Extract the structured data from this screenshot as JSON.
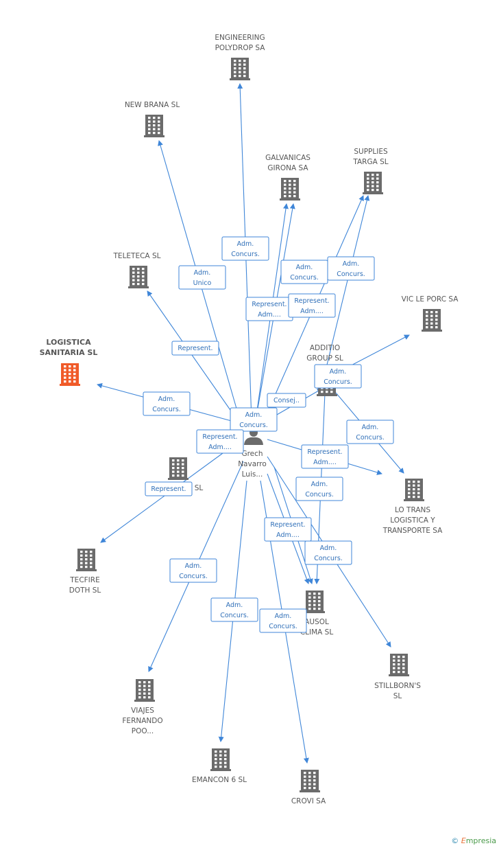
{
  "person": {
    "lines": [
      "Grech",
      "Navarro",
      "Luis..."
    ]
  },
  "companies": [
    {
      "id": "engineering",
      "lines": [
        "ENGINEERING",
        "POLYDROP SA"
      ],
      "focus": false
    },
    {
      "id": "newbrana",
      "lines": [
        "NEW BRANA SL"
      ],
      "focus": false
    },
    {
      "id": "galvanicas",
      "lines": [
        "GALVANICAS",
        "GIRONA SA"
      ],
      "focus": false
    },
    {
      "id": "supplies",
      "lines": [
        "SUPPLIES",
        "TARGA SL"
      ],
      "focus": false
    },
    {
      "id": "teleteca",
      "lines": [
        "TELETECA SL"
      ],
      "focus": false
    },
    {
      "id": "vicle",
      "lines": [
        "VIC LE PORC SA"
      ],
      "focus": false
    },
    {
      "id": "logistica",
      "lines": [
        "LOGISTICA",
        "SANITARIA SL"
      ],
      "focus": true
    },
    {
      "id": "additio",
      "lines": [
        "ADDITIO",
        "GROUP SL"
      ],
      "focus": false
    },
    {
      "id": "sl",
      "lines": [
        "SL"
      ],
      "focus": false
    },
    {
      "id": "lotrans",
      "lines": [
        "LO TRANS",
        "LOGISTICA Y",
        "TRANSPORTE SA"
      ],
      "focus": false
    },
    {
      "id": "tecfire",
      "lines": [
        "TECFIRE",
        "DOTH SL"
      ],
      "focus": false
    },
    {
      "id": "ausol",
      "lines": [
        "AUSOL",
        "CLIMA SL"
      ],
      "focus": false
    },
    {
      "id": "stillborns",
      "lines": [
        "STILLBORN'S",
        "SL"
      ],
      "focus": false
    },
    {
      "id": "viajes",
      "lines": [
        "VIAJES",
        "FERNANDO",
        "POO..."
      ],
      "focus": false
    },
    {
      "id": "emancon",
      "lines": [
        "EMANCON 6 SL"
      ],
      "focus": false
    },
    {
      "id": "crovi",
      "lines": [
        "CROVI SA"
      ],
      "focus": false
    }
  ],
  "relations": [
    {
      "to": "engineering",
      "lines": [
        "Adm.",
        "Concurs."
      ]
    },
    {
      "to": "newbrana",
      "lines": [
        "Adm.",
        "Unico"
      ]
    },
    {
      "to": "galvanicas",
      "lines": [
        "Adm.",
        "Concurs."
      ]
    },
    {
      "to": "galvanicas",
      "lines": [
        "Represent.",
        "Adm...."
      ]
    },
    {
      "to": "supplies",
      "lines": [
        "Adm.",
        "Concurs."
      ]
    },
    {
      "to": "supplies",
      "lines": [
        "Represent.",
        "Adm...."
      ]
    },
    {
      "to": "teleteca",
      "lines": [
        "Represent."
      ]
    },
    {
      "to": "vicle",
      "lines": [
        "Adm.",
        "Concurs."
      ]
    },
    {
      "to": "logistica",
      "lines": [
        "Adm.",
        "Concurs."
      ]
    },
    {
      "to": "additio",
      "lines": [
        "Consej.."
      ]
    },
    {
      "to": "additio",
      "lines": [
        "Adm.",
        "Concurs."
      ]
    },
    {
      "to": "sl",
      "lines": [
        "Represent.",
        "Adm...."
      ]
    },
    {
      "to": "lotrans",
      "lines": [
        "Adm.",
        "Concurs."
      ]
    },
    {
      "to": "lotrans",
      "lines": [
        "Represent.",
        "Adm...."
      ]
    },
    {
      "to": "tecfire",
      "lines": [
        "Represent."
      ]
    },
    {
      "to": "ausol",
      "lines": [
        "Adm.",
        "Concurs."
      ]
    },
    {
      "to": "ausol",
      "lines": [
        "Represent.",
        "Adm...."
      ]
    },
    {
      "to": "ausol",
      "lines": [
        "Adm.",
        "Concurs."
      ]
    },
    {
      "to": "stillborns",
      "lines": [
        "Adm.",
        "Concurs."
      ]
    },
    {
      "to": "viajes",
      "lines": [
        "Adm.",
        "Concurs."
      ]
    },
    {
      "to": "emancon",
      "lines": [
        "Adm.",
        "Concurs."
      ]
    },
    {
      "to": "crovi",
      "lines": [
        "Adm.",
        "Concurs."
      ]
    }
  ],
  "footer": {
    "copyright": "©",
    "brand_initial": "E",
    "brand_rest": "mpresia"
  },
  "colors": {
    "edge": "#3f86d8",
    "building": "#6b6b6b",
    "focus_building": "#f05a28",
    "label": "#555555"
  }
}
